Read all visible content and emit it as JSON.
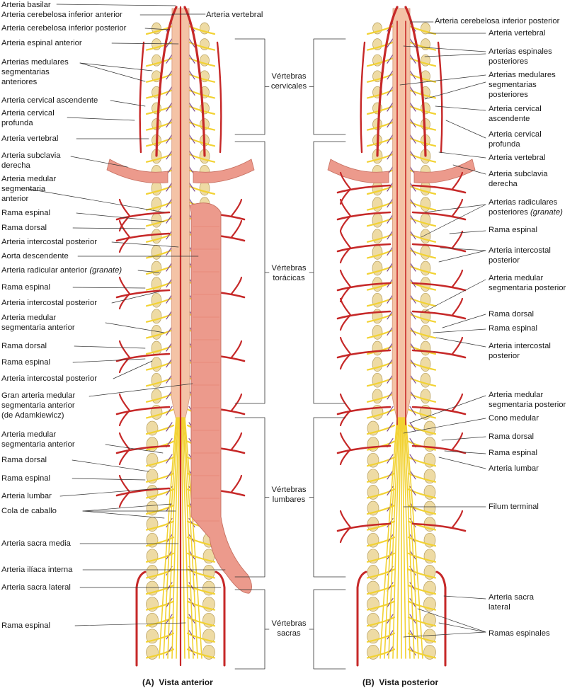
{
  "colors": {
    "artery": "#c62828",
    "arteryDark": "#9e1b1b",
    "aorta": "#ec9a8c",
    "cord": "#f4c3a6",
    "nerve": "#f2d233",
    "vertebra": "#eedba4",
    "vein": "#7e4c8f"
  },
  "panel_a": {
    "caption": "(A)  Vista anterior",
    "labels": [
      "Arteria basilar",
      "Arteria cerebelosa inferior anterior",
      "Arteria cerebelosa inferior posterior",
      "Arteria espinal anterior",
      "Arterias medulares\nsegmentarias\nanteriores",
      "Arteria cervical ascendente",
      "Arteria cervical\nprofunda",
      "Arteria vertebral",
      "Arteria subclavia\nderecha",
      "Arteria medular\nsegmentaria\nanterior",
      "Rama espinal",
      "Rama dorsal",
      "Arteria intercostal posterior",
      "Aorta descendente",
      "Arteria radicular anterior ",
      "Rama espinal",
      "Arteria intercostal posterior",
      "Arteria medular\nsegmentaria anterior",
      "Rama dorsal",
      "Rama espinal",
      "Arteria intercostal posterior",
      "Gran arteria medular\nsegmentaria anterior\n(de Adamkiewicz)",
      "Arteria medular\nsegmentaria anterior",
      "Rama dorsal",
      "Rama espinal",
      "Arteria lumbar",
      "Cola de caballo",
      "Arteria sacra media",
      "Arteria ilíaca interna",
      "Arteria sacra lateral",
      "Rama espinal"
    ],
    "radicular_note": "(granate)",
    "vertebral_top": "Arteria vertebral"
  },
  "regions": [
    "Vértebras\ncervicales",
    "Vértebras\ntorácicas",
    "Vértebras\nlumbares",
    "Vértebras\nsacras"
  ],
  "panel_b": {
    "caption": "(B)  Vista posterior",
    "labels": [
      "Arteria cerebelosa inferior posterior",
      "Arteria vertebral",
      "Arterias espinales\nposteriores",
      "Arterias medulares\nsegmentarias\nposteriores",
      "Arteria cervical\nascendente",
      "Arteria cervical\nprofunda",
      "Arteria vertebral",
      "Arteria subclavia\nderecha",
      "Arterias radiculares\nposteriores ",
      "Rama espinal",
      "Arteria intercostal\nposterior",
      "Arteria medular\nsegmentaria posterior",
      "Rama dorsal",
      "Rama espinal",
      "Arteria intercostal\nposterior",
      "Arteria medular\nsegmentaria posterior",
      "Cono medular",
      "Rama dorsal",
      "Rama espinal",
      "Arteria lumbar",
      "Filum terminal",
      "Arteria sacra\nlateral",
      "Ramas espinales"
    ],
    "radicular_note": "(granate)"
  }
}
